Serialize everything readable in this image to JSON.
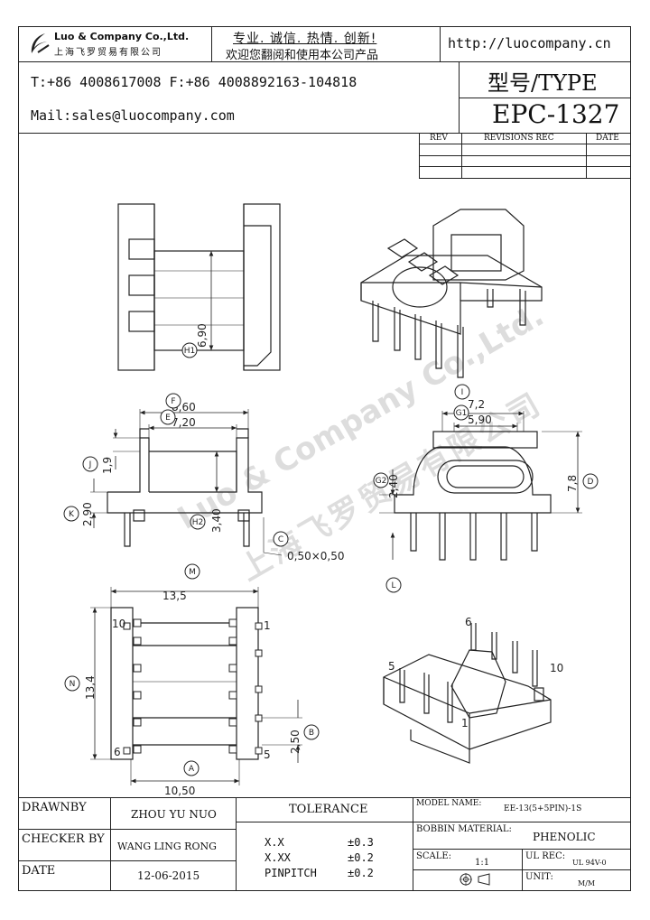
{
  "header": {
    "company_name": "Luo & Company Co.,Ltd.",
    "company_name_cn": "上海飞罗贸易有限公司",
    "slogan_line1": "专业. 诚信. 热情. 创新!",
    "slogan_line2": "欢迎您翻阅和使用本公司产品",
    "website": "http://luocompany.cn",
    "phone_fax": "T:+86 4008617008 F:+86 4008892163-104818",
    "email": "Mail:sales@luocompany.com",
    "type_label": "型号/TYPE",
    "model": "EPC-1327"
  },
  "revisions": {
    "rev": "REV",
    "rec": "REVISIONS REC",
    "date": "DATE"
  },
  "watermark": {
    "line1": "Luo & Company Co.,Ltd.",
    "line2": "上海飞罗贸易有限公司"
  },
  "drawing": {
    "dims": {
      "h1": "6,90",
      "f": "8,60",
      "e": "7,20",
      "j": "1,9",
      "k": "2,90",
      "h2": "3,40",
      "c": "0,50×0,50",
      "i": "7,2",
      "g1": "5,90",
      "d": "7,8",
      "g2": "2,40",
      "m": "13,5",
      "n": "13,4",
      "b": "2,50",
      "a": "10,50"
    },
    "callouts": {
      "h1": "H1",
      "f": "F",
      "e": "E",
      "j": "J",
      "k": "K",
      "h2": "H2",
      "c": "C",
      "i": "I",
      "g1": "G1",
      "d": "D",
      "g2": "G2",
      "l": "L",
      "m": "M",
      "n": "N",
      "b": "B",
      "a": "A"
    },
    "pins": {
      "p10": "10",
      "p1": "1",
      "p6": "6",
      "p5": "5",
      "iso6": "6",
      "iso5": "5",
      "iso10": "10",
      "iso1": "1"
    }
  },
  "title_block": {
    "drawnby_label": "DRAWNBY",
    "drawnby": "ZHOU YU NUO",
    "checker_label": "CHECKER BY",
    "checker": "WANG LING RONG",
    "date_label": "DATE",
    "date": "12-06-2015",
    "tolerance_label": "TOLERANCE",
    "tol1_label": "X.X",
    "tol1": "±0.3",
    "tol2_label": "X.XX",
    "tol2": "±0.2",
    "tol3_label": "PINPITCH",
    "tol3": "±0.2",
    "model_label": "MODEL NAME:",
    "model": "EE-13(5+5PIN)-1S",
    "bobbin_label": "BOBBIN MATERIAL:",
    "bobbin": "PHENOLIC",
    "scale_label": "SCALE:",
    "scale": "1:1",
    "ul_label": "UL REC:",
    "ul": "UL 94V-0",
    "unit_label": "UNIT:",
    "unit": "M/M"
  }
}
